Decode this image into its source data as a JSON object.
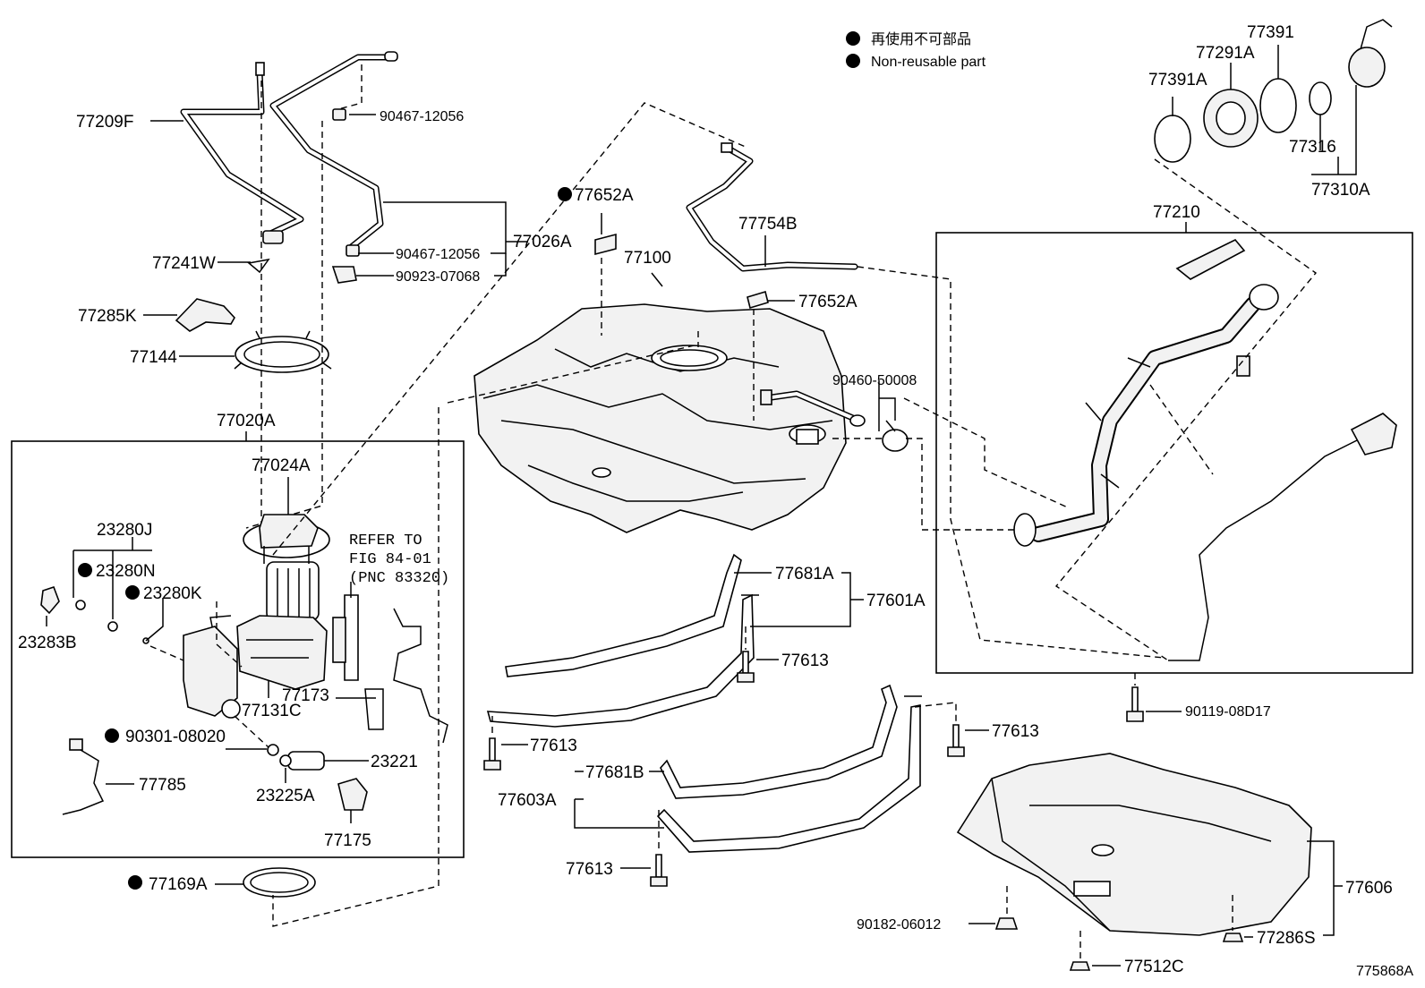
{
  "legend": {
    "jp": "再使用不可部品",
    "en": "Non-reusable part"
  },
  "refer": {
    "line1": "REFER TO",
    "line2": "FIG 84-01",
    "line3": "(PNC 83320)"
  },
  "figure_code": "775868A",
  "labels": {
    "p77209F": "77209F",
    "p77241W": "77241W",
    "p77285K": "77285K",
    "p77144": "77144",
    "p77020A": "77020A",
    "p77024A": "77024A",
    "p23280J": "23280J",
    "p23280N": "23280N",
    "p23280K": "23280K",
    "p23283B": "23283B",
    "p77131C": "77131C",
    "p77173": "77173",
    "p90301": "90301-08020",
    "p23221": "23221",
    "p77785": "77785",
    "p23225A": "23225A",
    "p77175": "77175",
    "p77169A": "77169A",
    "p90467a": "90467-12056",
    "p90467b": "90467-12056",
    "p90923": "90923-07068",
    "p77026A": "77026A",
    "p77652Aa": "77652A",
    "p77652Ab": "77652A",
    "p77100": "77100",
    "p77754B": "77754B",
    "p90460": "90460-50008",
    "p77681A": "77681A",
    "p77601A": "77601A",
    "p77613a": "77613",
    "p77613b": "77613",
    "p77613c": "77613",
    "p77613d": "77613",
    "p77681B": "77681B",
    "p77603A": "77603A",
    "p77391": "77391",
    "p77291A": "77291A",
    "p77391A": "77391A",
    "p77316": "77316",
    "p77310A": "77310A",
    "p77210": "77210",
    "p90119": "90119-08D17",
    "p77606": "77606",
    "p90182": "90182-06012",
    "p77286S": "77286S",
    "p77512C": "77512C"
  }
}
